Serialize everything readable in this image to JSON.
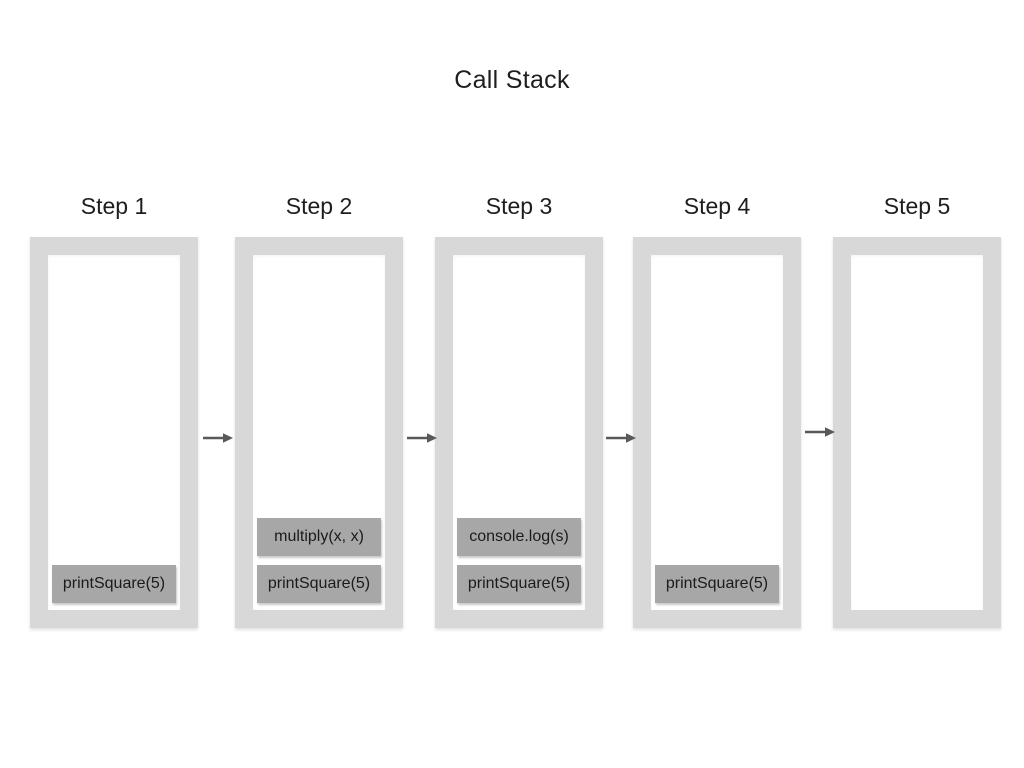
{
  "title": "Call Stack",
  "steps": [
    {
      "label": "Step 1",
      "frames": [
        "printSquare(5)"
      ]
    },
    {
      "label": "Step 2",
      "frames": [
        "multiply(x, x)",
        "printSquare(5)"
      ]
    },
    {
      "label": "Step 3",
      "frames": [
        "console.log(s)",
        "printSquare(5)"
      ]
    },
    {
      "label": "Step 4",
      "frames": [
        "printSquare(5)"
      ]
    },
    {
      "label": "Step 5",
      "frames": []
    }
  ],
  "colors": {
    "background": "#ffffff",
    "frame": "#d8d8d8",
    "panel": "#ffffff",
    "block": "#a7a7a7",
    "text": "#1e1e1e",
    "arrow": "#595959"
  }
}
